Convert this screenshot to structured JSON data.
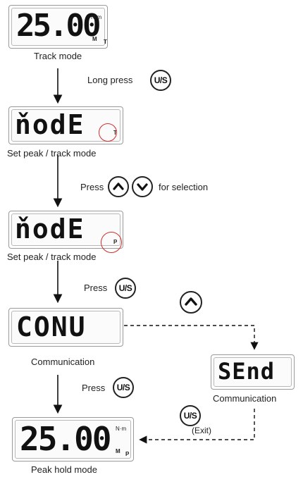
{
  "display1": {
    "value": "25.00",
    "unit": "N·m",
    "ind1": "M",
    "ind2": "T"
  },
  "caption1": "Track mode",
  "step1": {
    "label": "Long press",
    "button": "U/S"
  },
  "display2": {
    "value": "ňodE",
    "ind": "T"
  },
  "caption2": "Set peak / track mode",
  "step2": {
    "label_before": "Press",
    "label_after": "for selection",
    "up_icon": "chevron-up",
    "down_icon": "chevron-down"
  },
  "display3": {
    "value": "ňodE",
    "ind": "P"
  },
  "caption3": "Set peak / track mode",
  "step3": {
    "label": "Press",
    "button": "U/S"
  },
  "display4": {
    "value": "CONU"
  },
  "caption4": "Communication",
  "up_button_icon": "chevron-up",
  "display5": {
    "value": "SEnd"
  },
  "caption5": "Communication",
  "step4": {
    "label": "Press",
    "button": "U/S"
  },
  "exit_step": {
    "button": "U/S",
    "label": "(Exit)"
  },
  "display6": {
    "value": "25.00",
    "unit": "N·m",
    "ind1": "M",
    "ind2": "P"
  },
  "caption6": "Peak hold mode",
  "colors": {
    "highlight": "#d62a2a",
    "line": "#111111"
  }
}
